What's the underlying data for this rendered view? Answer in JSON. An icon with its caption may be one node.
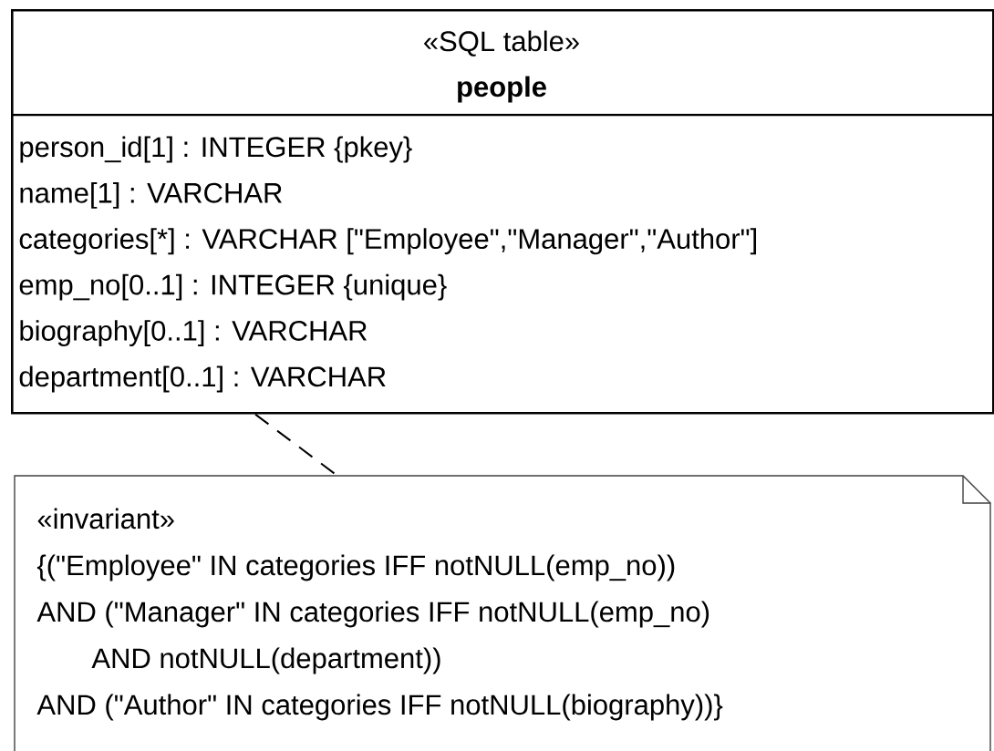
{
  "diagram": {
    "nodes": [
      {
        "text": [
          "«SQL table»",
          "people",
          "person_id[1] : INTEGER {pkey}",
          "name[1] : VARCHAR",
          "categories[*] : VARCHAR [\"Employee\",\"Manager\",\"Author\"]",
          "emp_no[0..1] : INTEGER {unique}",
          "biography[0..1] : VARCHAR",
          "department[0..1] : VARCHAR"
        ]
      },
      {
        "text": [
          "«invariant»",
          "{(\"Employee\" IN categories IFF notNULL(emp_no))",
          "AND (\"Manager\" IN categories IFF notNULL(emp_no)",
          "AND notNULL(department))",
          "AND (\"Author\" IN categories IFF notNULL(biography))}"
        ]
      }
    ],
    "edges": [
      {
        "from": 0,
        "to": 1,
        "arrow": "none",
        "style": "dashed"
      }
    ]
  }
}
